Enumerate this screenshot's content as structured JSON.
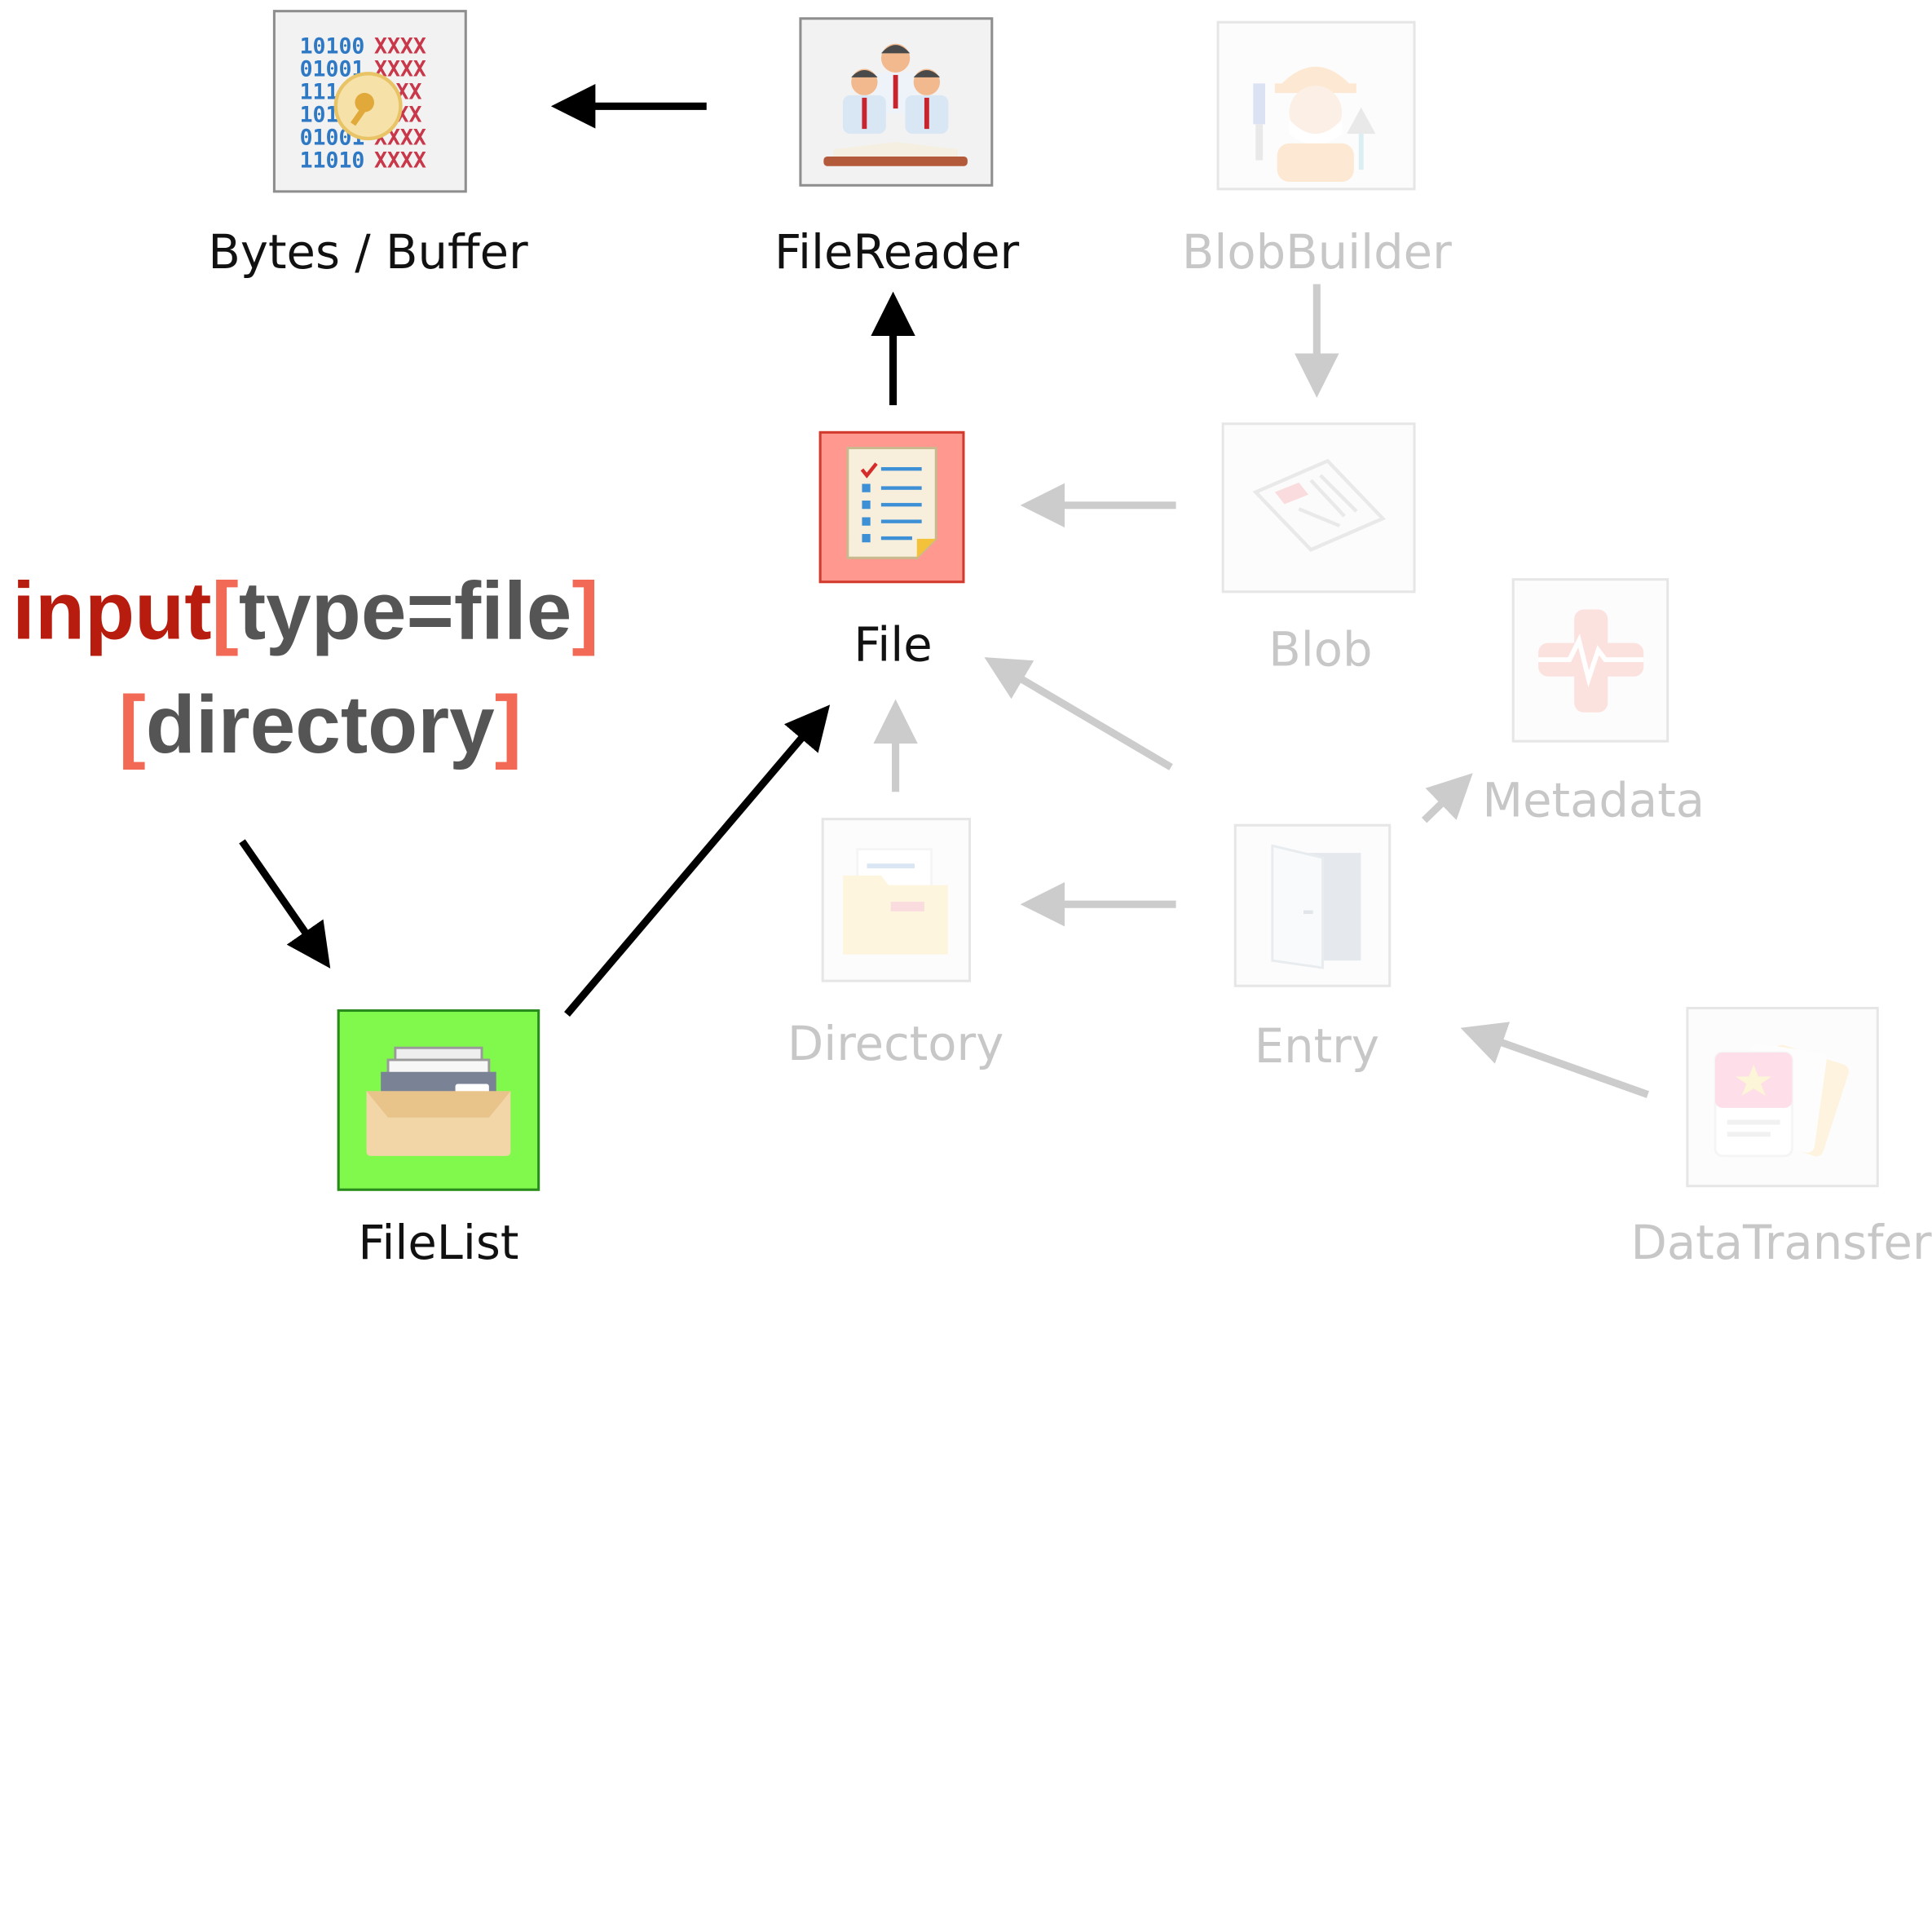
{
  "nodes": {
    "bytes": {
      "label": "Bytes / Buffer",
      "icon": "binary-key-icon"
    },
    "filereader": {
      "label": "FileReader",
      "icon": "readers-icon"
    },
    "blobbuilder": {
      "label": "BlobBuilder",
      "icon": "builder-icon"
    },
    "file": {
      "label": "File",
      "icon": "document-checklist-icon",
      "color": "#ff998f"
    },
    "blob": {
      "label": "Blob",
      "icon": "newspaper-icon"
    },
    "metadata": {
      "label": "Metadata",
      "icon": "medical-cross-icon"
    },
    "directory": {
      "label": "Directory",
      "icon": "folder-icon"
    },
    "entry": {
      "label": "Entry",
      "icon": "door-icon"
    },
    "filelist": {
      "label": "FileList",
      "icon": "file-drawer-icon",
      "color": "#80f94c"
    },
    "datatransfer": {
      "label": "DataTransfer",
      "icon": "cards-icon"
    }
  },
  "selector": {
    "line1": {
      "tag": "input",
      "open": "[",
      "attr": "type=file",
      "close": "]"
    },
    "line2": {
      "open": "[",
      "attr": "directory",
      "close": "]"
    }
  },
  "colors": {
    "active_arrow": "#000000",
    "faded_arrow": "#cccccc",
    "selector_tag": "#b81c0f",
    "selector_bracket": "#f26a55",
    "selector_attr": "#555555"
  }
}
